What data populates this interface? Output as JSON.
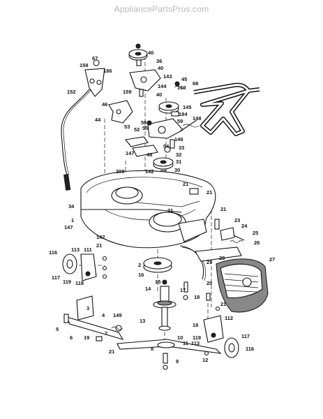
{
  "watermark": "AppliancePartsPros.com",
  "callouts": [
    {
      "label": "40"
    },
    {
      "label": "36"
    },
    {
      "label": "40"
    },
    {
      "label": "67"
    },
    {
      "label": "158"
    },
    {
      "label": "186"
    },
    {
      "label": "143"
    },
    {
      "label": "45"
    },
    {
      "label": "144"
    },
    {
      "label": "150"
    },
    {
      "label": "159"
    },
    {
      "label": "40"
    },
    {
      "label": "68"
    },
    {
      "label": "152"
    },
    {
      "label": "145"
    },
    {
      "label": "46"
    },
    {
      "label": "184"
    },
    {
      "label": "59"
    },
    {
      "label": "44"
    },
    {
      "label": "56"
    },
    {
      "label": "148"
    },
    {
      "label": "53"
    },
    {
      "label": "52"
    },
    {
      "label": "55"
    },
    {
      "label": "146"
    },
    {
      "label": "54"
    },
    {
      "label": "33"
    },
    {
      "label": "147"
    },
    {
      "label": "48"
    },
    {
      "label": "32"
    },
    {
      "label": "31"
    },
    {
      "label": "142"
    },
    {
      "label": "208"
    },
    {
      "label": "30"
    },
    {
      "label": "21"
    },
    {
      "label": "21"
    },
    {
      "label": "34"
    },
    {
      "label": "21"
    },
    {
      "label": "1"
    },
    {
      "label": "21"
    },
    {
      "label": "147"
    },
    {
      "label": "23"
    },
    {
      "label": "24"
    },
    {
      "label": "25"
    },
    {
      "label": "142"
    },
    {
      "label": "26"
    },
    {
      "label": "116"
    },
    {
      "label": "113"
    },
    {
      "label": "111"
    },
    {
      "label": "21"
    },
    {
      "label": "2"
    },
    {
      "label": "29"
    },
    {
      "label": "28"
    },
    {
      "label": "27"
    },
    {
      "label": "117"
    },
    {
      "label": "119"
    },
    {
      "label": "118"
    },
    {
      "label": "16"
    },
    {
      "label": "15"
    },
    {
      "label": "14"
    },
    {
      "label": "20"
    },
    {
      "label": "17"
    },
    {
      "label": "18"
    },
    {
      "label": "3"
    },
    {
      "label": "21"
    },
    {
      "label": "4"
    },
    {
      "label": "149"
    },
    {
      "label": "13"
    },
    {
      "label": "112"
    },
    {
      "label": "5"
    },
    {
      "label": "6"
    },
    {
      "label": "7"
    },
    {
      "label": "18"
    },
    {
      "label": "19"
    },
    {
      "label": "119"
    },
    {
      "label": "117"
    },
    {
      "label": "113"
    },
    {
      "label": "10"
    },
    {
      "label": "11"
    },
    {
      "label": "21"
    },
    {
      "label": "8"
    },
    {
      "label": "12"
    },
    {
      "label": "116"
    },
    {
      "label": "9"
    }
  ]
}
